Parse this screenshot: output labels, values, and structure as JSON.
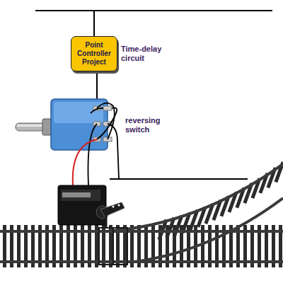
{
  "diagram": {
    "nodes": [
      {
        "text": [
          "Point Controller Project"
        ]
      }
    ],
    "labels": [
      "Time-delay circuit",
      "reversing switch"
    ]
  }
}
